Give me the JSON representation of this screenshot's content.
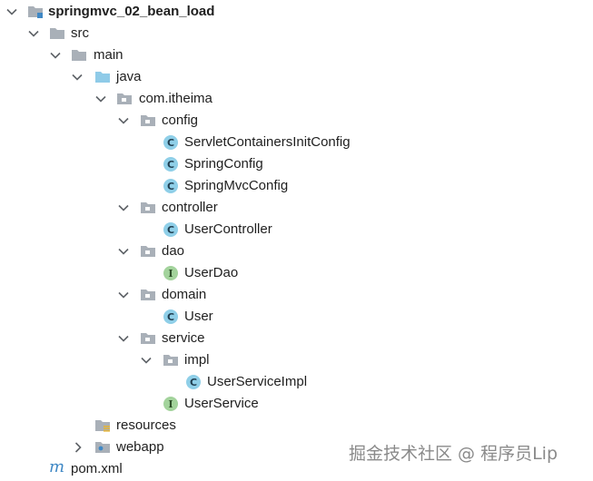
{
  "tree": {
    "root": {
      "label": "springmvc_02_bean_load",
      "icon": "module-folder-icon"
    },
    "src": {
      "label": "src",
      "icon": "folder-icon"
    },
    "main": {
      "label": "main",
      "icon": "folder-icon"
    },
    "java": {
      "label": "java",
      "icon": "source-root-folder-icon"
    },
    "package": {
      "label": "com.itheima",
      "icon": "package-icon"
    },
    "config": {
      "label": "config",
      "icon": "package-icon"
    },
    "servlet_containers_init_config": {
      "label": "ServletContainersInitConfig",
      "icon": "class-icon"
    },
    "spring_config": {
      "label": "SpringConfig",
      "icon": "class-icon"
    },
    "spring_mvc_config": {
      "label": "SpringMvcConfig",
      "icon": "class-icon"
    },
    "controller": {
      "label": "controller",
      "icon": "package-icon"
    },
    "user_controller": {
      "label": "UserController",
      "icon": "class-icon"
    },
    "dao": {
      "label": "dao",
      "icon": "package-icon"
    },
    "user_dao": {
      "label": "UserDao",
      "icon": "interface-icon"
    },
    "domain": {
      "label": "domain",
      "icon": "package-icon"
    },
    "user": {
      "label": "User",
      "icon": "class-icon"
    },
    "service": {
      "label": "service",
      "icon": "package-icon"
    },
    "impl": {
      "label": "impl",
      "icon": "package-icon"
    },
    "user_service_impl": {
      "label": "UserServiceImpl",
      "icon": "class-icon"
    },
    "user_service": {
      "label": "UserService",
      "icon": "interface-icon"
    },
    "resources": {
      "label": "resources",
      "icon": "resources-folder-icon"
    },
    "webapp": {
      "label": "webapp",
      "icon": "web-folder-icon"
    },
    "pom": {
      "label": "pom.xml",
      "icon": "maven-icon"
    }
  },
  "icon_glyphs": {
    "class": "C",
    "interface": "I",
    "maven": "m"
  },
  "colors": {
    "folder": "#a9b0b8",
    "source_folder": "#8fcbe8",
    "class_badge": "#8fcfe8",
    "interface_badge": "#a3d39c",
    "maven": "#3f88c5",
    "chevron": "#5f6368",
    "text": "#1f1f1f",
    "watermark": "#8a8a8a"
  },
  "watermark": {
    "text": "掘金技术社区 @ 程序员Lip"
  }
}
